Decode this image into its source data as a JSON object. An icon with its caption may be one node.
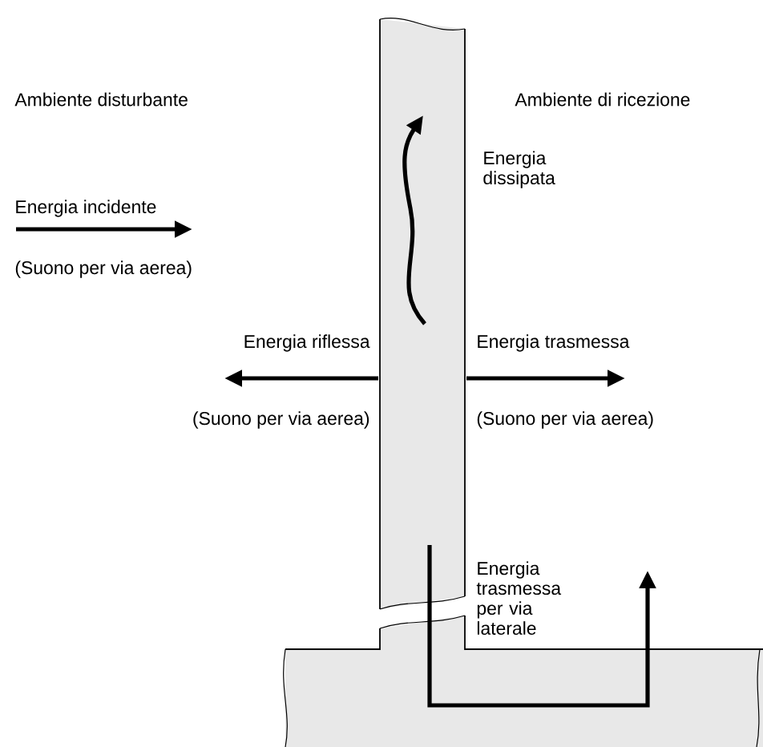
{
  "diagram": {
    "labels": [
      "Ambiente disturbante",
      "Ambiente di ricezione",
      "Energia incidente",
      "(Suono per via aerea)",
      "Energia dissipata",
      "Energia riflessa",
      "Energia trasmessa",
      "(Suono per via aerea)",
      "(Suono per via aerea)",
      "Energia trasmessa per via laterale"
    ]
  }
}
